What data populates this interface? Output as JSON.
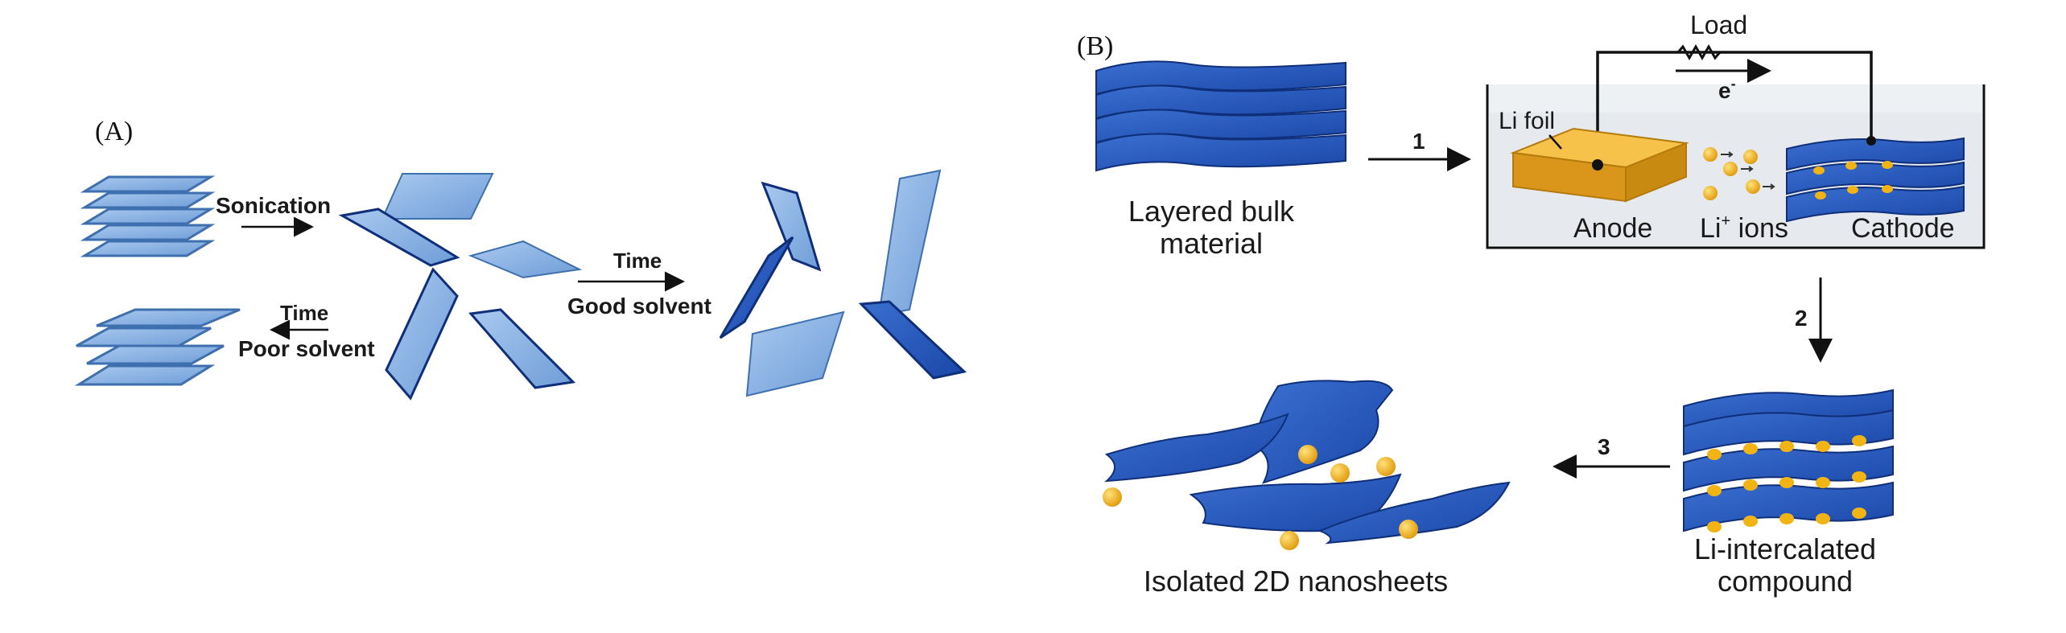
{
  "panel_a": {
    "label": "(A)",
    "sonication": "Sonication",
    "time_top": "Time",
    "good_solvent": "Good solvent",
    "time_bottom": "Time",
    "poor_solvent": "Poor solvent"
  },
  "panel_b": {
    "label": "(B)",
    "load": "Load",
    "electron": "e",
    "electron_sup": "-",
    "li_foil": "Li foil",
    "anode": "Anode",
    "li_ions": "Li",
    "li_ions_sup": "+",
    "li_ions_suffix": " ions",
    "cathode": "Cathode",
    "layered_bulk_line1": "Layered bulk",
    "layered_bulk_line2": "material",
    "step1": "1",
    "step2": "2",
    "step3": "3",
    "li_intercalated_line1": "Li-intercalated",
    "li_intercalated_line2": "compound",
    "isolated": "Isolated 2D nanosheets"
  },
  "colors": {
    "light_sheet": "#7ea9dd",
    "light_sheet_edge": "#3e6fae",
    "dark_sheet": "#1f4fb0",
    "dark_sheet_edge": "#0f2f7a",
    "gold": "#f2b315",
    "anode_top": "#f6c24a",
    "anode_side": "#c98a12"
  }
}
